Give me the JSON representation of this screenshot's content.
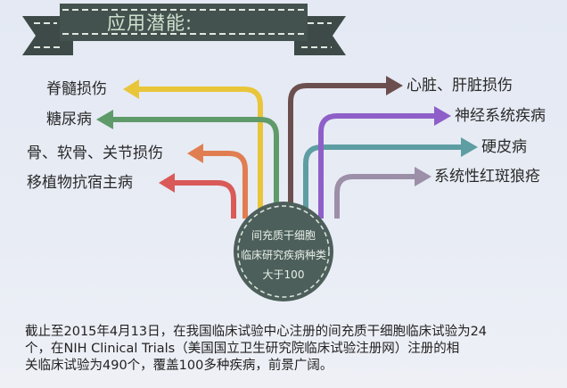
{
  "banner": {
    "title": "应用潜能:"
  },
  "center": {
    "line1": "间充质干细胞",
    "line2": "临床研究疾病种类",
    "line3": "大于100",
    "color": "#4d5f5a"
  },
  "left_branches": [
    {
      "label": "脊髓损伤",
      "color": "#e9c53a"
    },
    {
      "label": "糖尿病",
      "color": "#5f9a6a"
    },
    {
      "label": "骨、软骨、关节损伤",
      "color": "#e07e52"
    },
    {
      "label": "移植物抗宿主病",
      "color": "#d95a58"
    }
  ],
  "right_branches": [
    {
      "label": "心脏、肝脏损伤",
      "color": "#6b4f4f"
    },
    {
      "label": "神经系统疾病",
      "color": "#8e5fc8"
    },
    {
      "label": "硬皮病",
      "color": "#5e9ea3"
    },
    {
      "label": "系统性红斑狼疮",
      "color": "#9c8fa8"
    }
  ],
  "footer": {
    "line1": "截止至2015年4月13日，在我国临床试验中心注册的间充质干细胞临床试验为24",
    "line2": "个，在NIH Clinical Trials（美国国立卫生研究院临床试验注册网）注册的相",
    "line3": "关临床试验为490个，覆盖100多种疾病，前景广阔。"
  }
}
